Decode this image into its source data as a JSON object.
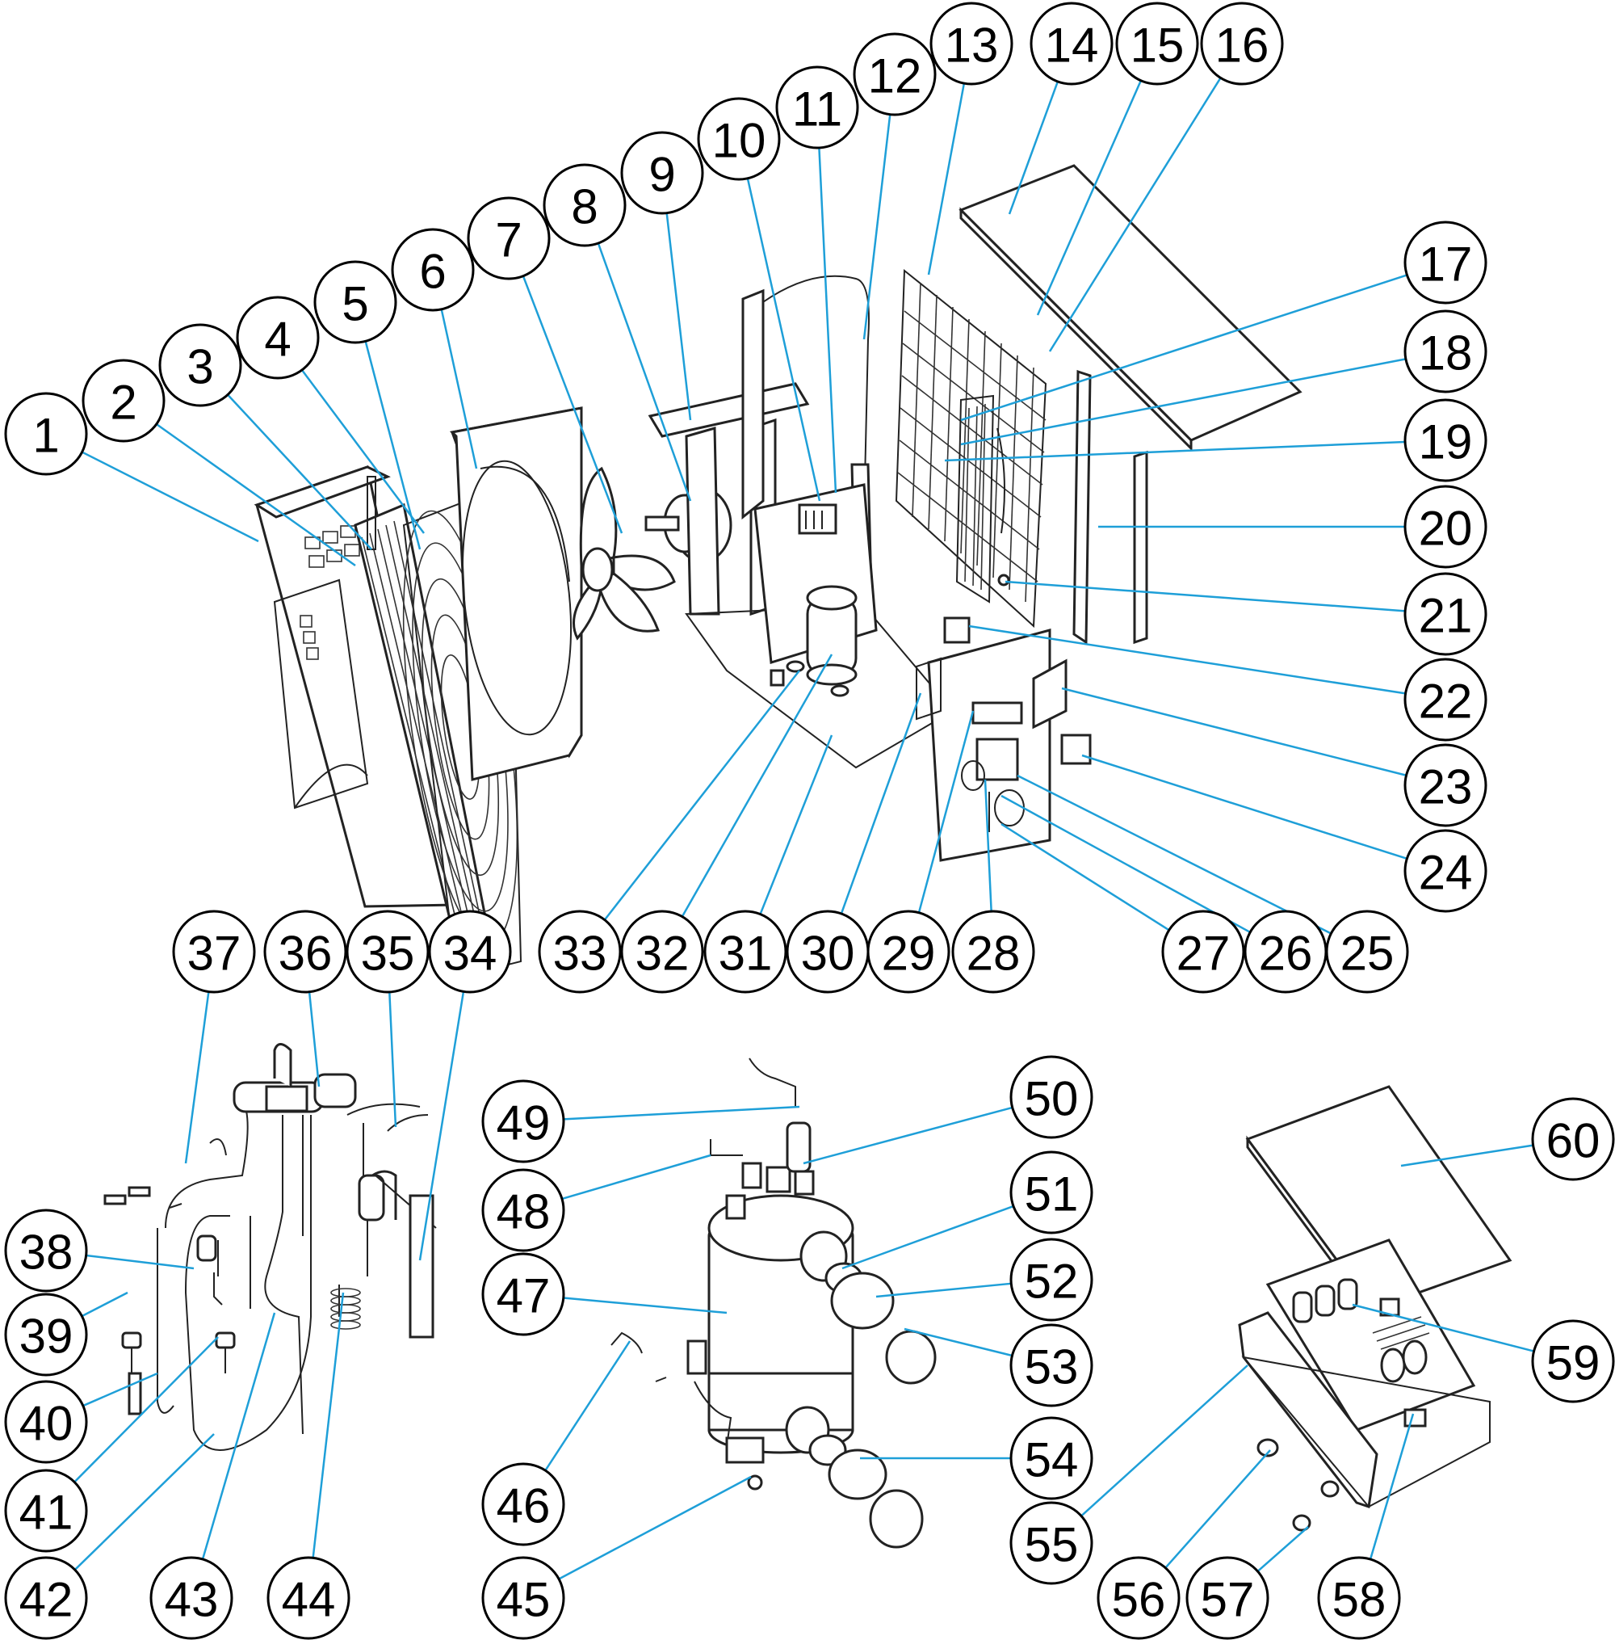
{
  "diagram": {
    "type": "exploded-parts-view",
    "callouts": [
      {
        "id": "1",
        "label": "1"
      },
      {
        "id": "2",
        "label": "2"
      },
      {
        "id": "3",
        "label": "3"
      },
      {
        "id": "4",
        "label": "4"
      },
      {
        "id": "5",
        "label": "5"
      },
      {
        "id": "6",
        "label": "6"
      },
      {
        "id": "7",
        "label": "7"
      },
      {
        "id": "8",
        "label": "8"
      },
      {
        "id": "9",
        "label": "9"
      },
      {
        "id": "10",
        "label": "10"
      },
      {
        "id": "11",
        "label": "11"
      },
      {
        "id": "12",
        "label": "12"
      },
      {
        "id": "13",
        "label": "13"
      },
      {
        "id": "14",
        "label": "14"
      },
      {
        "id": "15",
        "label": "15"
      },
      {
        "id": "16",
        "label": "16"
      },
      {
        "id": "17",
        "label": "17"
      },
      {
        "id": "18",
        "label": "18"
      },
      {
        "id": "19",
        "label": "19"
      },
      {
        "id": "20",
        "label": "20"
      },
      {
        "id": "21",
        "label": "21"
      },
      {
        "id": "22",
        "label": "22"
      },
      {
        "id": "23",
        "label": "23"
      },
      {
        "id": "24",
        "label": "24"
      },
      {
        "id": "25",
        "label": "25"
      },
      {
        "id": "26",
        "label": "26"
      },
      {
        "id": "27",
        "label": "27"
      },
      {
        "id": "28",
        "label": "28"
      },
      {
        "id": "29",
        "label": "29"
      },
      {
        "id": "30",
        "label": "30"
      },
      {
        "id": "31",
        "label": "31"
      },
      {
        "id": "32",
        "label": "32"
      },
      {
        "id": "33",
        "label": "33"
      },
      {
        "id": "34",
        "label": "34"
      },
      {
        "id": "35",
        "label": "35"
      },
      {
        "id": "36",
        "label": "36"
      },
      {
        "id": "37",
        "label": "37"
      },
      {
        "id": "38",
        "label": "38"
      },
      {
        "id": "39",
        "label": "39"
      },
      {
        "id": "40",
        "label": "40"
      },
      {
        "id": "41",
        "label": "41"
      },
      {
        "id": "42",
        "label": "42"
      },
      {
        "id": "43",
        "label": "43"
      },
      {
        "id": "44",
        "label": "44"
      },
      {
        "id": "45",
        "label": "45"
      },
      {
        "id": "46",
        "label": "46"
      },
      {
        "id": "47",
        "label": "47"
      },
      {
        "id": "48",
        "label": "48"
      },
      {
        "id": "49",
        "label": "49"
      },
      {
        "id": "50",
        "label": "50"
      },
      {
        "id": "51",
        "label": "51"
      },
      {
        "id": "52",
        "label": "52"
      },
      {
        "id": "53",
        "label": "53"
      },
      {
        "id": "54",
        "label": "54"
      },
      {
        "id": "55",
        "label": "55"
      },
      {
        "id": "56",
        "label": "56"
      },
      {
        "id": "57",
        "label": "57"
      },
      {
        "id": "58",
        "label": "58"
      },
      {
        "id": "59",
        "label": "59"
      },
      {
        "id": "60",
        "label": "60"
      }
    ],
    "colors": {
      "leader": "#1e9fd8",
      "outline": "#000000",
      "background": "#ffffff"
    }
  }
}
